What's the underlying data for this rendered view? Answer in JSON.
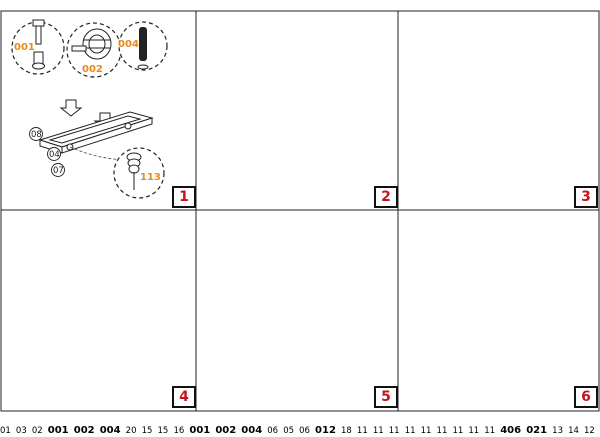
{
  "steps": [
    {
      "number": "1",
      "parts": [
        "001",
        "002",
        "004",
        "113"
      ],
      "panels": [
        "08",
        "04",
        "07"
      ]
    },
    {
      "number": "2",
      "parts": [
        "001",
        "002",
        "004"
      ],
      "panels": [
        "01",
        "02",
        "03"
      ]
    },
    {
      "number": "3",
      "parts": [],
      "panels": [
        "20",
        "15",
        "15",
        "16"
      ]
    },
    {
      "number": "4",
      "parts": [
        "001",
        "002",
        "004"
      ],
      "panels": [
        "06",
        "05",
        "06"
      ]
    },
    {
      "number": "5",
      "parts": [
        "012",
        "406"
      ],
      "panels": [
        "18",
        "11",
        "11",
        "11",
        "11",
        "11",
        "11",
        "11",
        "11",
        "11"
      ]
    },
    {
      "number": "6",
      "parts": [
        "021"
      ],
      "panels": [
        "13",
        "14",
        "12"
      ]
    }
  ],
  "colors": {
    "step_number": "#c0161c",
    "part_code": "#e8891a",
    "grid": "#222222"
  }
}
